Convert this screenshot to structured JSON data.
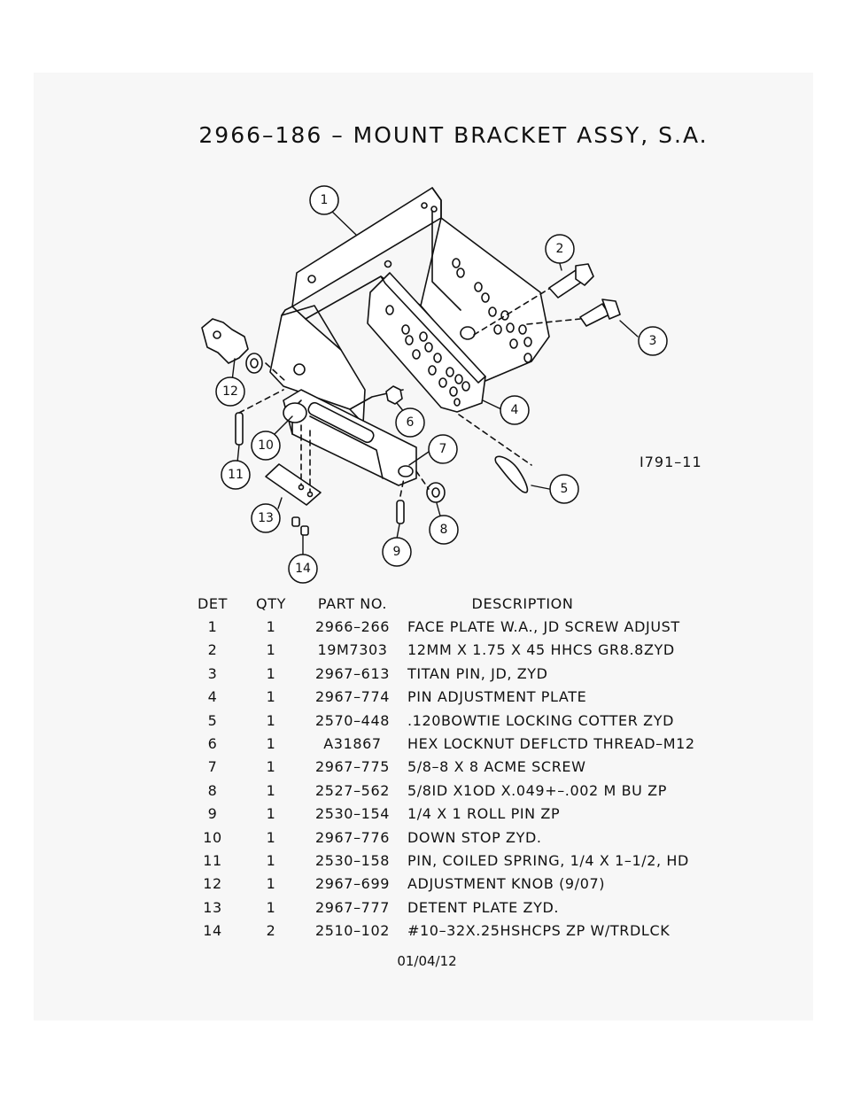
{
  "title": "2966–186  –  MOUNT BRACKET ASSY, S.A.",
  "drawing_number": "I791–11",
  "date": "01/04/12",
  "balloons": [
    "1",
    "2",
    "3",
    "4",
    "5",
    "6",
    "7",
    "8",
    "9",
    "10",
    "11",
    "12",
    "13",
    "14"
  ],
  "table": {
    "headers": {
      "det": "DET",
      "qty": "QTY",
      "part": "PART NO.",
      "desc": "DESCRIPTION"
    },
    "rows": [
      {
        "det": "1",
        "qty": "1",
        "part": "2966–266",
        "desc": "FACE PLATE W.A., JD SCREW ADJUST"
      },
      {
        "det": "2",
        "qty": "1",
        "part": "19M7303",
        "desc": "12MM X 1.75 X 45 HHCS GR8.8ZYD"
      },
      {
        "det": "3",
        "qty": "1",
        "part": "2967–613",
        "desc": "TITAN PIN, JD, ZYD"
      },
      {
        "det": "4",
        "qty": "1",
        "part": "2967–774",
        "desc": "PIN ADJUSTMENT PLATE"
      },
      {
        "det": "5",
        "qty": "1",
        "part": "2570–448",
        "desc": ".120BOWTIE LOCKING COTTER ZYD"
      },
      {
        "det": "6",
        "qty": "1",
        "part": "A31867",
        "desc": "HEX LOCKNUT DEFLCTD THREAD–M12"
      },
      {
        "det": "7",
        "qty": "1",
        "part": "2967–775",
        "desc": "5/8–8 X 8 ACME SCREW"
      },
      {
        "det": "8",
        "qty": "1",
        "part": "2527–562",
        "desc": "5/8ID X1OD X.049+–.002 M BU ZP"
      },
      {
        "det": "9",
        "qty": "1",
        "part": "2530–154",
        "desc": "1/4 X 1 ROLL PIN ZP"
      },
      {
        "det": "10",
        "qty": "1",
        "part": "2967–776",
        "desc": "DOWN STOP ZYD."
      },
      {
        "det": "11",
        "qty": "1",
        "part": "2530–158",
        "desc": "PIN, COILED SPRING, 1/4 X 1–1/2, HD"
      },
      {
        "det": "12",
        "qty": "1",
        "part": "2967–699",
        "desc": "ADJUSTMENT KNOB (9/07)"
      },
      {
        "det": "13",
        "qty": "1",
        "part": "2967–777",
        "desc": "DETENT PLATE ZYD."
      },
      {
        "det": "14",
        "qty": "2",
        "part": "2510–102",
        "desc": "#10–32X.25HSHCPS ZP W/TRDLCK"
      }
    ]
  }
}
